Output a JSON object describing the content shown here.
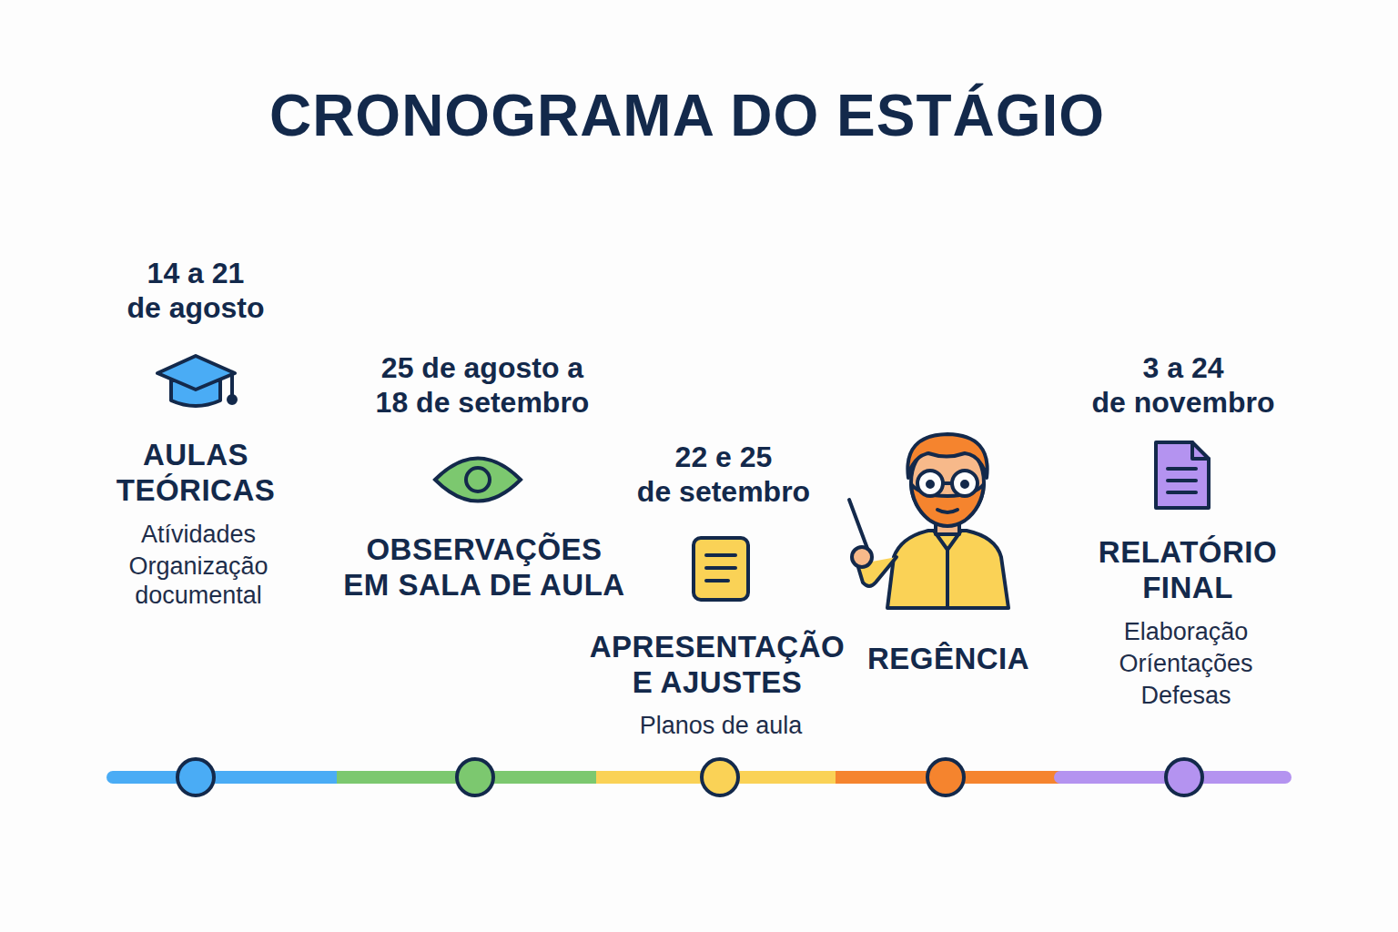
{
  "diagram": {
    "title": "CRONOGRAMA DO ESTÁGIO",
    "labels": [
      "14 a 21 de agosto",
      "AULAS TEÓRICAS",
      "Atívidades",
      "Organização documental",
      "25 de agosto a 18 de setembro",
      "OBSERVAÇÕES EM SALA DE AULA",
      "22 e 25 de setembro",
      "APRESENTAÇÃO E AJUSTES",
      "Planos de aula",
      "REGÊNCIA",
      "3 a 24 de novembro",
      "RELATÓRIO FINAL",
      "Elaboração",
      "Oríentações",
      "Defesas"
    ]
  }
}
